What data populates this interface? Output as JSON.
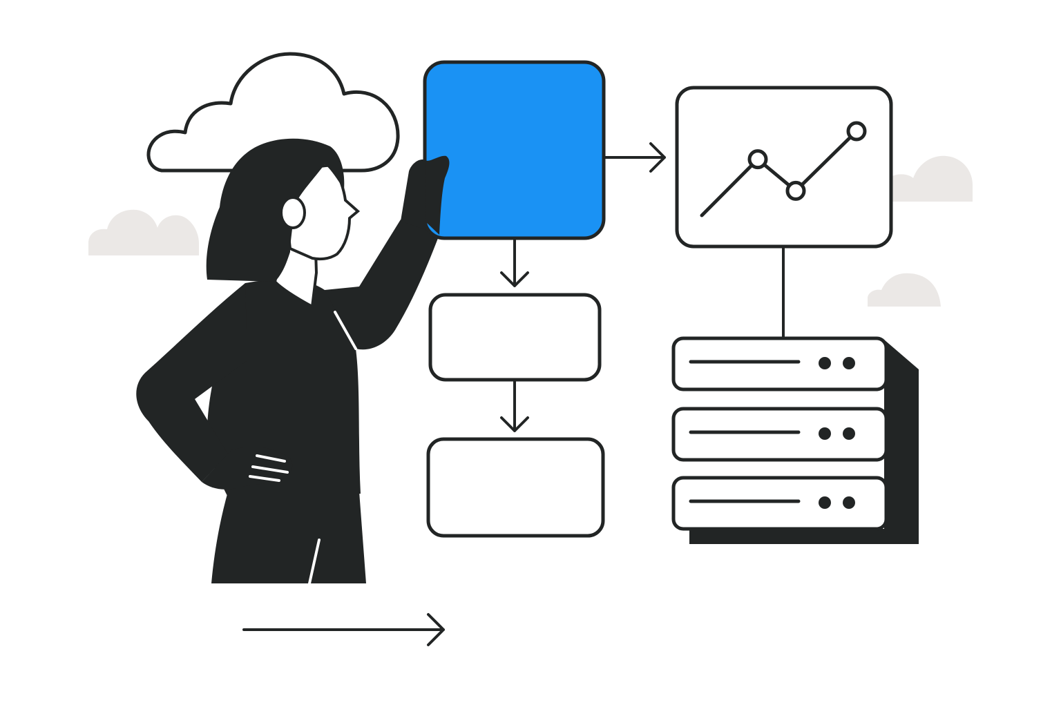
{
  "colors": {
    "background": "#ffffff",
    "ink": "#222525",
    "accent": "#1a92f4",
    "box_fill": "#ffffff",
    "cloud_fill": "#ebe8e6"
  },
  "icons": {
    "person": "woman-pointing-icon",
    "cloud": "cloud-icon",
    "chart": "line-chart-icon",
    "server": "server-stack-icon",
    "arrow": "arrow-right-icon"
  },
  "chart_data": {
    "type": "line",
    "series": [
      {
        "values": [
          0,
          0.8,
          0.35,
          1.2
        ]
      }
    ]
  }
}
